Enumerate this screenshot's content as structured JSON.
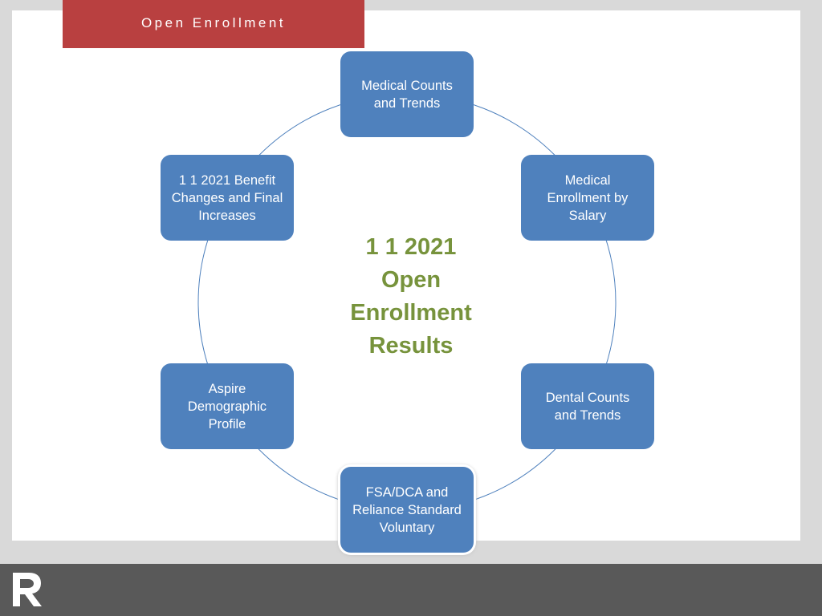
{
  "header": {
    "tab_title": "Open Enrollment"
  },
  "diagram": {
    "center_lines": [
      "1 1 2021",
      "Open",
      "Enrollment",
      "Results"
    ],
    "nodes": [
      {
        "id": "medical-counts",
        "label_lines": [
          "Medical Counts",
          "and Trends"
        ]
      },
      {
        "id": "medical-enrollment-salary",
        "label_lines": [
          "Medical",
          "Enrollment by",
          "Salary"
        ]
      },
      {
        "id": "dental-counts",
        "label_lines": [
          "Dental Counts",
          "and Trends"
        ]
      },
      {
        "id": "fsa-dca",
        "label_lines": [
          "FSA/DCA and",
          "Reliance Standard",
          "Voluntary"
        ]
      },
      {
        "id": "aspire-profile",
        "label_lines": [
          "Aspire",
          "Demographic",
          "Profile"
        ]
      },
      {
        "id": "benefit-changes",
        "label_lines": [
          "1 1 2021  Benefit",
          "Changes and Final",
          "Increases"
        ]
      }
    ]
  },
  "footer": {
    "logo_icon": "r-logo-icon"
  },
  "colors": {
    "tab": "#b94040",
    "node": "#4f81bd",
    "center_text": "#77933c",
    "footer": "#595959",
    "ring": "#4f81bd"
  }
}
